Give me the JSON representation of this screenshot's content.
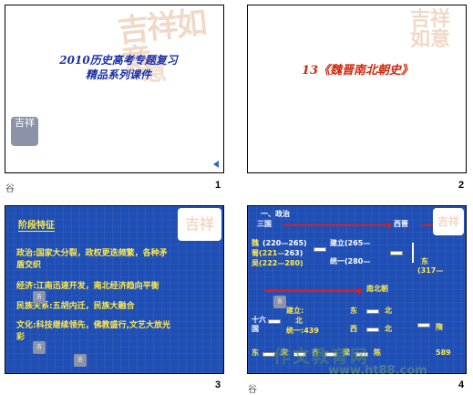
{
  "slides": [
    {
      "number": "1",
      "title_line1": "2010历史高考专题复习",
      "title_line2": "精品系列课件",
      "seal": "吉祥"
    },
    {
      "number": "2",
      "title": "13《魏晋南北朝史》"
    },
    {
      "number": "3",
      "heading": "阶段特征",
      "lines": [
        "政治:国家大分裂，政权更迭频繁，各种矛",
        "盾交织",
        "经济:江南迅速开发，南北经济趋向平衡",
        "民族关系:五胡内迁，民族大融合",
        "文化:科技继续领先，佛教盛行,文艺大放光",
        "彩"
      ]
    },
    {
      "number": "4",
      "labels": {
        "section": "一、政治",
        "sanguo": "三国",
        "xijin": "西晋",
        "wei": "魏",
        "wei_years": "(220—265)",
        "shu": "蜀(221—",
        "shu_years2": "263)",
        "wu": "吴(222—280)",
        "jianli": "建立(265—",
        "tongyi": "统一(280—",
        "dong": "东",
        "dong_years": "(317—",
        "nanbeichao": "南北朝",
        "shiliuguo": "十六",
        "guo": "国",
        "bei_jianli": "建立:",
        "bei": "北",
        "tongyi439": "统一:439",
        "dong2": "东",
        "xi": "西",
        "bei2": "北",
        "bei3": "北",
        "sui": "隋",
        "year589": "589",
        "dong3": "东",
        "song": "宋",
        "qi": "齐",
        "liang": "梁",
        "chen": "陈"
      }
    }
  ],
  "corner_glyph": "谷",
  "decor_text": "吉祥如意",
  "watermark": "作文教育网",
  "watermark_url": "www.ht88.com"
}
